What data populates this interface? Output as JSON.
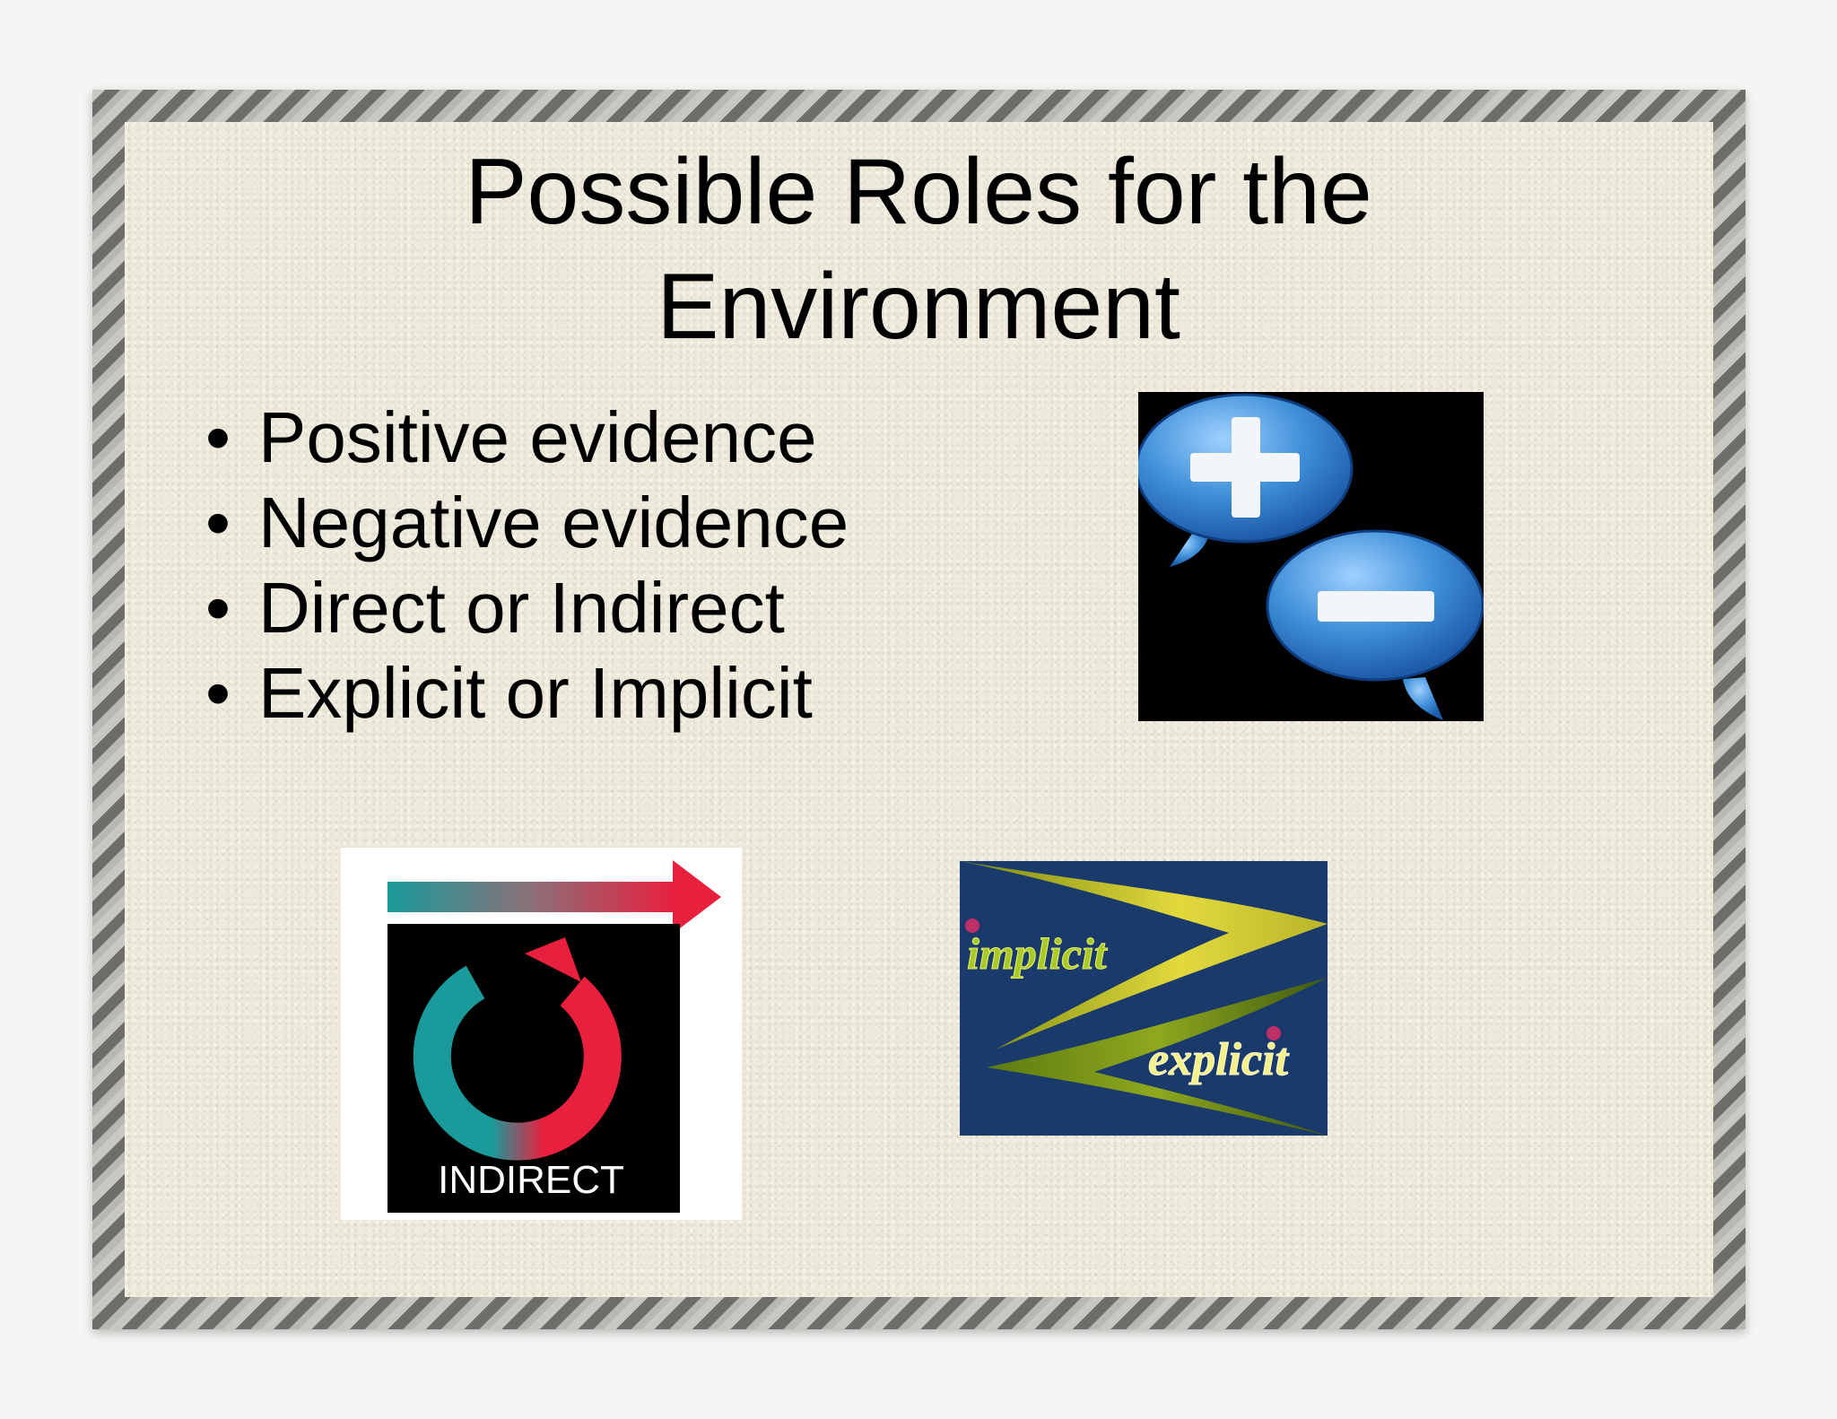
{
  "slide": {
    "title_lines": [
      "Possible Roles for the",
      "Environment"
    ],
    "bullets": [
      "Positive evidence",
      "Negative evidence",
      "Direct or Indirect",
      "Explicit or Implicit"
    ]
  },
  "images": {
    "plus_minus": {
      "icons": [
        "plus-speech-bubble-icon",
        "minus-speech-bubble-icon"
      ]
    },
    "indirect": {
      "label": "INDIRECT",
      "icons": [
        "gradient-arrow-icon",
        "circular-arrow-icon"
      ]
    },
    "implicit_explicit": {
      "top_word": "implicit",
      "bottom_word": "explicit"
    }
  },
  "colors": {
    "bubble_blue": "#3f8fd8",
    "teal": "#1a9a9a",
    "crimson": "#e8203e",
    "swoosh_yellow": "#d8d23a",
    "navy": "#1b3a6c"
  }
}
